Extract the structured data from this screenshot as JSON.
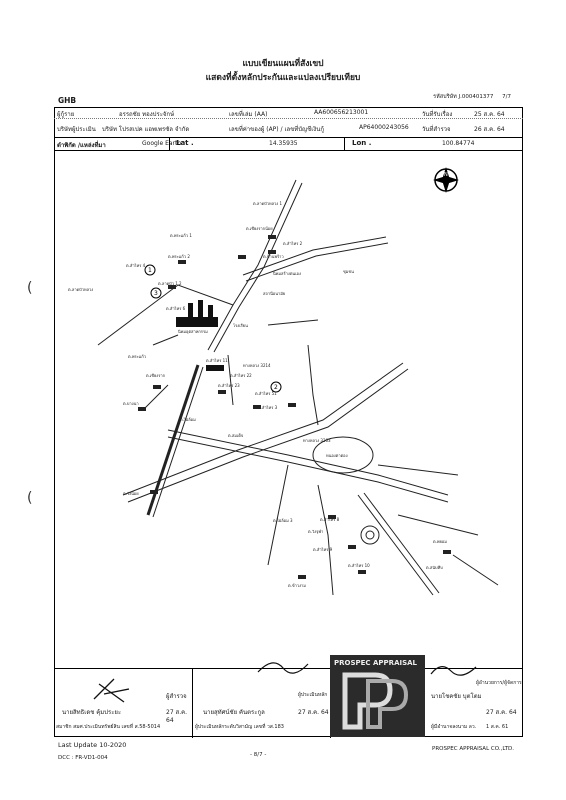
{
  "document": {
    "title": "แบบเขียนแผนที่สังเขป",
    "subtitle": "แสดงที่ตั้งหลักประกันและแปลงเปรียบเทียบ",
    "doc_ref": "รหัสบริษัท J.000401377",
    "page_fraction": "7/7",
    "bank": "GHB"
  },
  "header": {
    "borrower_label": "ผู้กู้ราย",
    "borrower_name": "อรรถชัย ทองประจักษ์",
    "doc_no_label": "เลขที่เล่ม (AA)",
    "doc_no": "AA600656213001",
    "receive_label": "วันที่รับเรื่อง",
    "receive_date": "25 ส.ค. 64",
    "company_label": "บริษัทผู้ประเมิน",
    "company_name": "บริษัท โปรสเปค แอพเพรซัล จำกัด",
    "ap_label": "เลขที่ค่าของผู้ (AP) / เลขที่บัญชีเงินกู้",
    "ap_no": "AP64000243056",
    "survey_label": "วันที่สำรวจ",
    "survey_date": "26 ส.ค. 64",
    "location_label": "ตำพิกัด /แหล่งที่มา",
    "source": "Google Earth",
    "lat_label": "Lat .",
    "lat": "14.35935",
    "lon_label": "Lon .",
    "lon": "100.84774"
  },
  "map": {
    "labels": [
      {
        "key": "l1",
        "text": "ต.ลาดบัวหลวง 1"
      },
      {
        "key": "l2",
        "text": "ต.เชียงรากน้อย"
      },
      {
        "key": "l3",
        "text": "ต.ลำไทร 2"
      },
      {
        "key": "l4",
        "text": "ต.พระแก้ว 1"
      },
      {
        "key": "l5",
        "text": "ต.บ้านพร้าว"
      },
      {
        "key": "l6",
        "text": "ต.ลำไทร 4"
      },
      {
        "key": "l7",
        "text": "ต.พระแก้ว 2"
      },
      {
        "key": "l8",
        "text": "ต.ลาดบัว 1.2"
      },
      {
        "key": "l9",
        "text": "ต.ลำไทร 6"
      },
      {
        "key": "l10",
        "text": "นิคมอุตสาหกรรม"
      },
      {
        "key": "l11",
        "text": "ต.ลาดบัวหลวง"
      },
      {
        "key": "l12",
        "text": "นิคมสร้างตนเอง"
      },
      {
        "key": "l13",
        "text": "ชุมชน"
      },
      {
        "key": "l14",
        "text": "สถานีอนามัย"
      },
      {
        "key": "l15",
        "text": "โรงเรียน"
      },
      {
        "key": "l16",
        "text": "ต.ลำไทร 11"
      },
      {
        "key": "l17",
        "text": "ต.ลำไทร 22"
      },
      {
        "key": "l18",
        "text": "ต.ลำไทร 23"
      },
      {
        "key": "l19",
        "text": "ต.ลำไทร 51"
      },
      {
        "key": "l20",
        "text": "ต.ลำไทร 3"
      },
      {
        "key": "l21",
        "text": "ต.พระแก้ว"
      },
      {
        "key": "l22",
        "text": "ต.เชียงราก"
      },
      {
        "key": "l23",
        "text": "ต.บางนา"
      },
      {
        "key": "l24",
        "text": "ทางหลวง 3214"
      },
      {
        "key": "l25",
        "text": "ทางหลวง 3263"
      },
      {
        "key": "l26",
        "text": "ต.ไผ่ล้อม"
      },
      {
        "key": "l27",
        "text": "ต.สมเด็จ"
      },
      {
        "key": "l28",
        "text": "ต.วังน้อย"
      },
      {
        "key": "l29",
        "text": "ต.ไผ่ล้อม 3"
      },
      {
        "key": "l30",
        "text": "ต.ลำไทร 8"
      },
      {
        "key": "l31",
        "text": "ต.วังจุฬา"
      },
      {
        "key": "l32",
        "text": "ต.ลำไทร 9"
      },
      {
        "key": "l33",
        "text": "ต.ลำไทร 10"
      },
      {
        "key": "l34",
        "text": "ต.พยอม"
      },
      {
        "key": "l35",
        "text": "ต.สนับทึบ"
      },
      {
        "key": "l36",
        "text": "ต.ข้าวงาม"
      },
      {
        "key": "l37",
        "text": "หนองตาตอง"
      }
    ],
    "circle_nums": [
      "1",
      "2",
      "3"
    ]
  },
  "signatures": {
    "s1_role": "ผู้สำรวจ",
    "s1_name": "นายสิทธิเดช คุ้มประยะ",
    "s1_date": "27 ส.ค. 64",
    "s1_license": "สมาชิก สมศ.ประเมินทรัพย์สิน เลขที่ ส.58-5014",
    "s2_role": "ผู้ประเมินหลัก",
    "s2_name": "นายสุทัศน์ชัย คันตระกูล",
    "s2_date": "27 ส.ค. 64",
    "s2_license": "ผู้ประเมินหลักระดับวิสามัญ เลขที่ วส.183",
    "s3_role": "ผู้อำนวยการ/ผู้จัดการ",
    "s3_name": "นายโชคชัย บุตโตม",
    "s3_date": "27 ส.ค. 64",
    "s3_license": "ผู้มีอำนาจลงนาม ลว.",
    "s3_license2": "1 ส.ค. 61",
    "stamp_text": "PROSPEC APPRAISAL"
  },
  "footer": {
    "last_update": "Last Update 10-2020",
    "form_code": "DCC : FR-VD1-004",
    "page": "- 8/7 -",
    "company": "PROSPEC APPRAISAL CO.,LTD."
  }
}
